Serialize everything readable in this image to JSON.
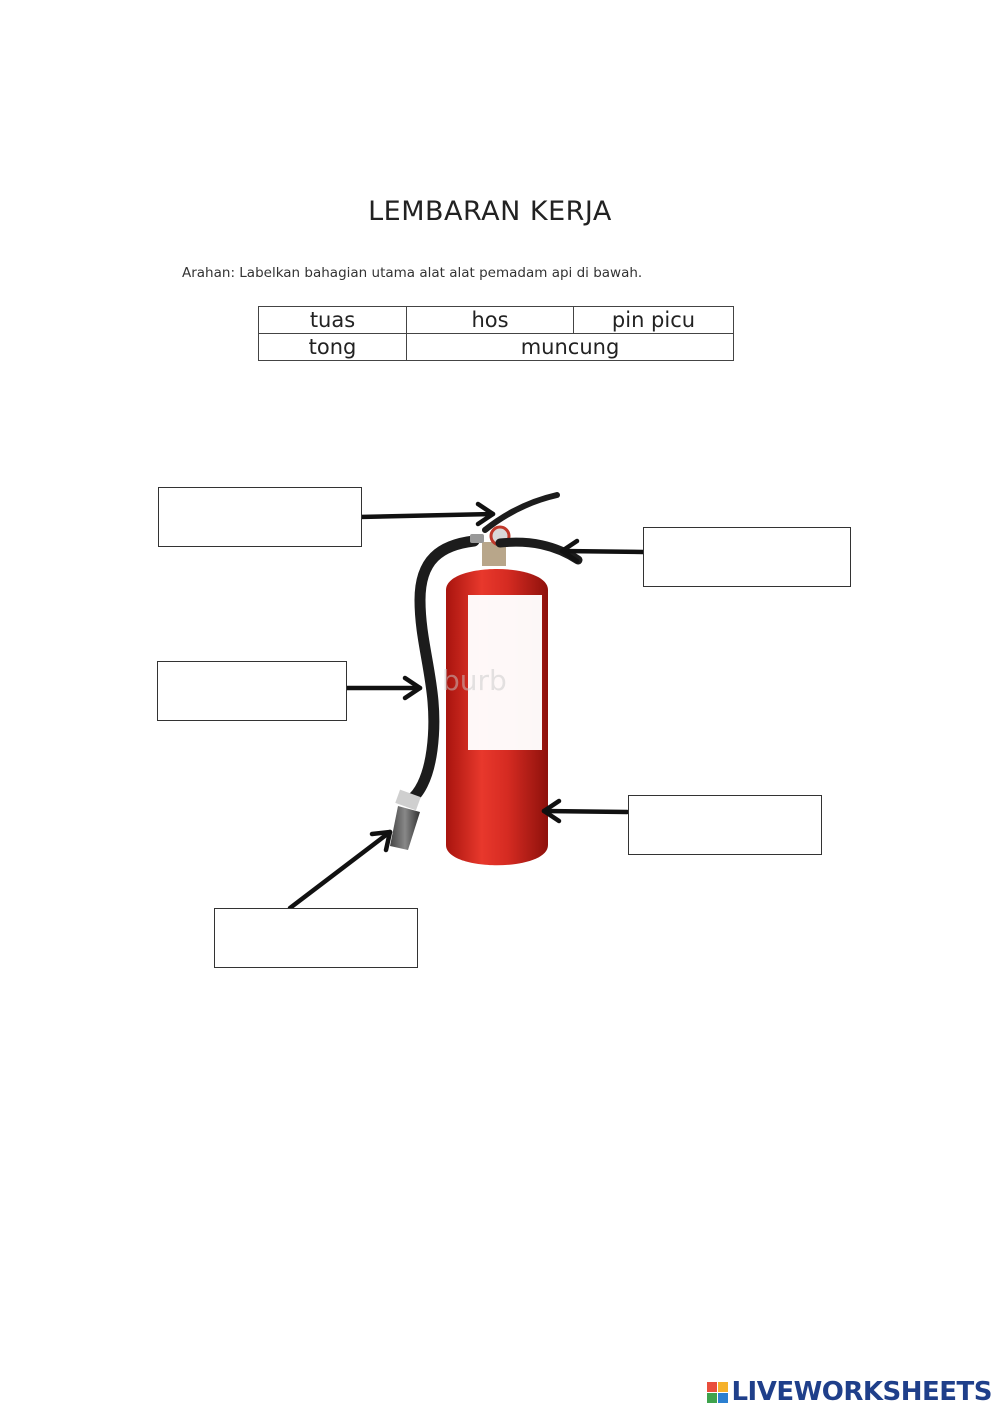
{
  "worksheet": {
    "title": "LEMBARAN KERJA",
    "instruction": "Arahan: Labelkan bahagian utama alat alat pemadam api di bawah."
  },
  "word_bank": {
    "row1": [
      "tuas",
      "hos",
      "pin picu"
    ],
    "row2": [
      "tong",
      "muncung"
    ]
  },
  "answer_boxes": [
    "",
    "",
    "",
    "",
    ""
  ],
  "watermark": "burb",
  "footer": {
    "logo_text": "LIVEWORKSHEETS",
    "logo_icon": "liveworksheets-grid-icon"
  },
  "colors": {
    "extinguisher_red": "#d62b22",
    "hose_black": "#1c1c1c",
    "logo_blue": "#1f3f8a"
  }
}
